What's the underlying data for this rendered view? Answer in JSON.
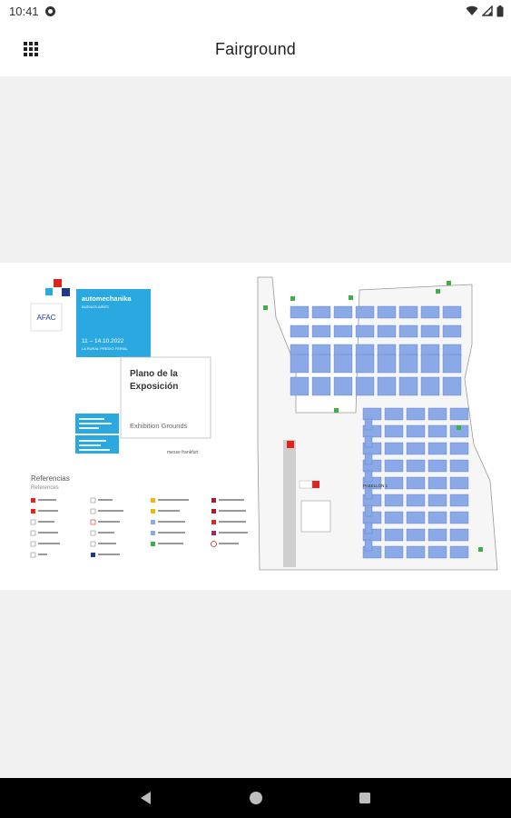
{
  "status_bar": {
    "time": "10:41"
  },
  "app_bar": {
    "title": "Fairground",
    "menu_icon": "grid-apps-icon"
  },
  "map": {
    "brand_line1": "automechanika",
    "brand_line2": "BUENOS AIRES",
    "brand_logo": "AFAC",
    "dates": "11 – 14.10.2022",
    "venue": "LA RURAL PREDIO FERIAL",
    "plan_title_line1": "Plano de la",
    "plan_title_line2": "Exposición",
    "plan_subtitle": "Exhibition Grounds",
    "website": "messe frankfurt",
    "legend_title": "Referencias",
    "legend_subtitle": "References",
    "hall_label": "PABELLÓN 1"
  },
  "colors": {
    "accent_blue": "#29a9e0",
    "booth_blue": "#8aa9e6",
    "logo_red": "#e2231a",
    "logo_navy": "#1d3a8a"
  },
  "nav": {
    "back_icon": "back-triangle-icon",
    "home_icon": "home-circle-icon",
    "recents_icon": "recents-square-icon"
  }
}
